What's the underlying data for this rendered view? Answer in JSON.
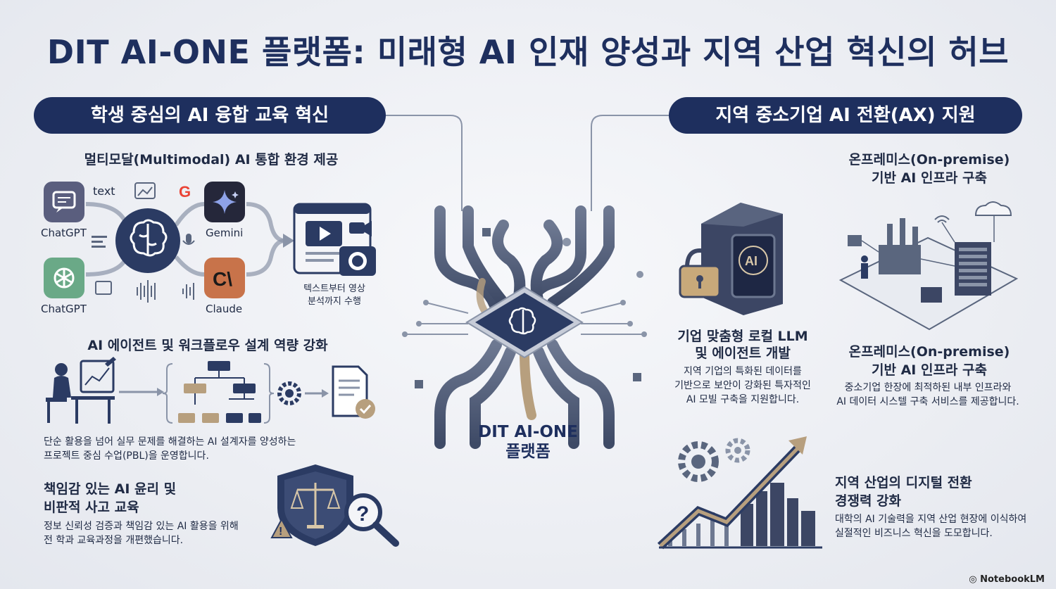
{
  "title": "DIT AI-ONE 플랫폼: 미래형 AI 인재 양성과 지역 산업 혁신의 허브",
  "left": {
    "pill": "학생 중심의 AI 융합 교육 혁신",
    "multimodal": {
      "heading": "멀티모달(Multimodal) AI 통합 환경 제공",
      "apps": [
        "ChatGPT",
        "Gemini",
        "ChatGPT",
        "Claude"
      ],
      "text_tag": "text",
      "output_caption_line1": "텍스트부터 영상",
      "output_caption_line2": "분석까지 수행"
    },
    "agent": {
      "heading": "AI 에이전트 및 워크플로우 설계 역량 강화",
      "desc_line1": "단순 활용을 넘어 실무 문제를 해결하는 AI 설계자를 양성하는",
      "desc_line2": "프로젝트 중심 수업(PBL)을 운영합니다."
    },
    "ethics": {
      "heading_line1": "책임감 있는 AI 윤리 및",
      "heading_line2": "비판적 사고 교육",
      "desc_line1": "정보 신뢰성 검증과 책임감 있는 AI 활용을 위해",
      "desc_line2": "전 학과 교육과정을 개편했습니다."
    }
  },
  "center": {
    "label_line1": "DIT AI-ONE",
    "label_line2": "플랫폼"
  },
  "right": {
    "pill": "지역 중소기업 AI 전환(AX) 지원",
    "onprem_top": {
      "heading_line1": "온프레미스(On-premise)",
      "heading_line2": "기반 AI 인프라 구축"
    },
    "llm": {
      "chip_text": "AI",
      "heading_line1": "기업 맞춤형 로컬 LLM",
      "heading_line2": "및 에이전트 개발",
      "desc_line1": "지역 기업의 특화된 데이터를",
      "desc_line2": "기반으로 보안이 강화된 특자적인",
      "desc_line3": "AI 모빌 구축을 지원합니다."
    },
    "onprem": {
      "heading_line1": "온프레미스(On-premise)",
      "heading_line2": "기반 AI 인프라 구축",
      "desc_line1": "중소기업 한장에 최적하된 내부 인프라와",
      "desc_line2": "AI 데이터 시스텔 구축 서비스를 제공합니다."
    },
    "digital": {
      "heading_line1": "지역 산업의 디지털 전환",
      "heading_line2": "경쟁력 강화",
      "desc_line1": "대학의 AI 기술력을 지역 산업 현장에 이식하여",
      "desc_line2": "실절적인 비즈니스 혁신을 도모합니다."
    }
  },
  "footer": "NotebookLM",
  "colors": {
    "navy": "#1e2f5e",
    "accent_tan": "#b79f7e",
    "gray": "#8a94a8"
  }
}
